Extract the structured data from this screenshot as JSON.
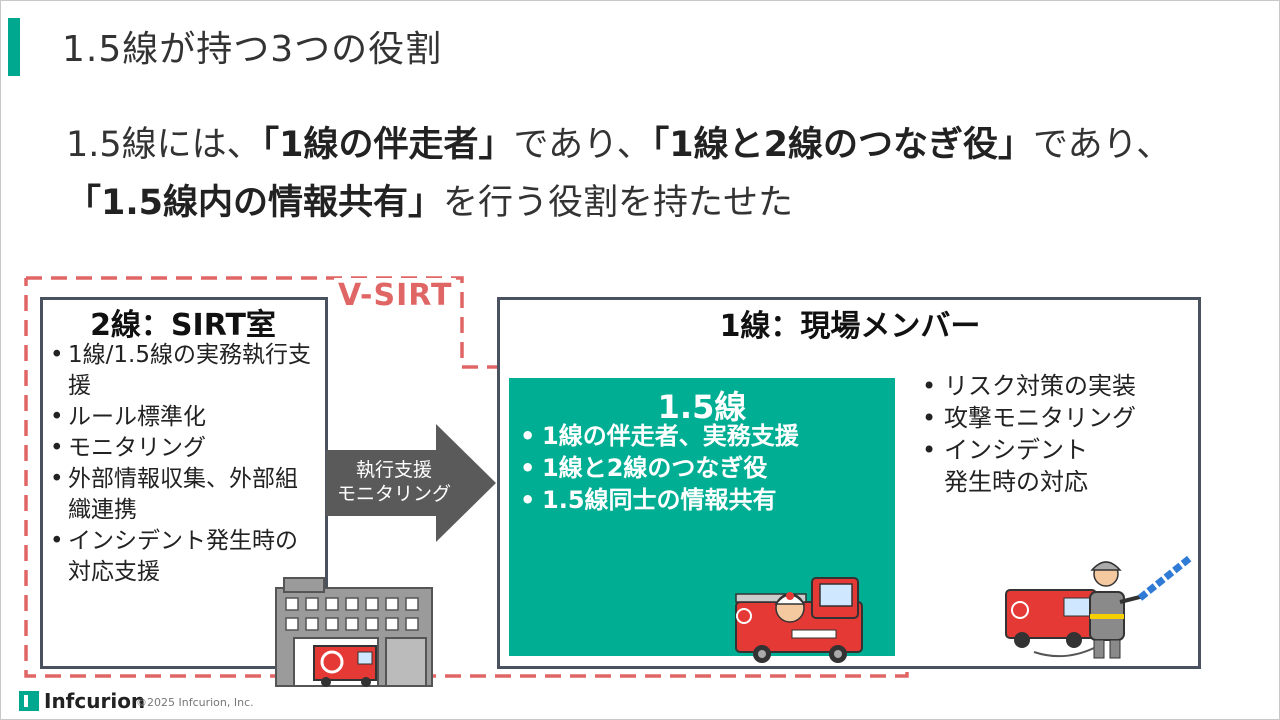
{
  "title": "1.5線が持つ3つの役割",
  "lead": {
    "p1": "1.5線には、",
    "b1": "「1線の伴走者」",
    "p2": "であり、",
    "b2": "「1線と2線のつなぎ役」",
    "p3": "であり、",
    "b3": "「1.5線内の情報共有」",
    "p4": "を行う役割を持たせた"
  },
  "vsirt_label": "V-SIRT",
  "line2": {
    "title": "2線：SIRT室",
    "items": [
      "1線/1.5線の実務執行支援",
      "ルール標準化",
      "モニタリング",
      "外部情報収集、外部組織連携",
      "インシデント発生時の対応支援"
    ]
  },
  "arrow": {
    "line1": "執行支援",
    "line2": "モニタリング"
  },
  "line1": {
    "title": "1線：現場メンバー",
    "items": [
      "リスク対策の実装",
      "攻撃モニタリング",
      "インシデント\n発生時の対応"
    ]
  },
  "line15": {
    "title": "1.5線",
    "items": [
      "1線の伴走者、実務支援",
      "1線と2線のつなぎ役",
      "1.5線同士の情報共有"
    ]
  },
  "footer": {
    "logo": "Infcurion",
    "copyright": "©2025 Infcurion, Inc."
  },
  "colors": {
    "accent": "#00a88f",
    "green_box": "#00ae93",
    "dash": "#e06666",
    "border": "#4a5260",
    "arrow": "#5a5a5a"
  },
  "icons": [
    "fire-station-icon",
    "fire-truck-with-firefighter-icon",
    "firefighter-with-hose-icon"
  ]
}
